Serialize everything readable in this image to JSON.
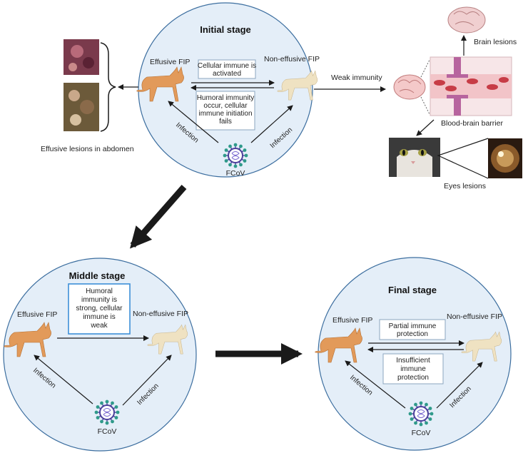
{
  "initial": {
    "title": "Initial stage",
    "effusive": "Effusive FIP",
    "non_effusive": "Non-effusive FIP",
    "box1": [
      "Cellular immune is",
      "activated"
    ],
    "box2": [
      "Humoral immunity",
      "occur, cellular",
      "immune initiation",
      "fails"
    ],
    "infection_left": "Infection",
    "infection_right": "Infection",
    "virus": "FCoV"
  },
  "abdomen": {
    "caption": "Effusive lesions in abdomen"
  },
  "weak": {
    "label": "Weak immunity",
    "bbb": "Blood-brain barrier",
    "brain": "Brain lesions",
    "eyes": "Eyes lesions"
  },
  "middle": {
    "title": "Middle stage",
    "effusive": "Effusive FIP",
    "non_effusive": "Non-effusive FIP",
    "box": [
      "Humoral",
      "immunity is",
      "strong, cellular",
      "immune is",
      "weak"
    ],
    "infection_left": "Infection",
    "infection_right": "Infection",
    "virus": "FCoV"
  },
  "final": {
    "title": "Final stage",
    "effusive": "Effusive FIP",
    "non_effusive": "Non-effusive FIP",
    "box1": [
      "Partial immune",
      "protection"
    ],
    "box2": [
      "Insufficient",
      "immune",
      "protection"
    ],
    "infection_left": "Infection",
    "infection_right": "Infection",
    "virus": "FCoV"
  },
  "colors": {
    "circle_fill": "#e4eef8",
    "circle_stroke": "#3c6e9f",
    "effusive_cat": "#e29a5a",
    "non_effusive_cat": "#efe2c2",
    "virus": "#4b3f9a"
  }
}
